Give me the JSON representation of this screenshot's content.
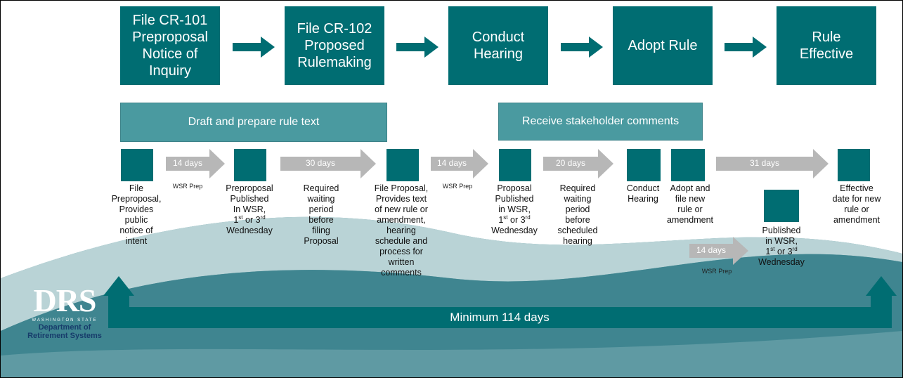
{
  "colors": {
    "teal": "#006d72",
    "banner": "#4a9aa0",
    "gray_arrow": "#b7b7b7",
    "wave_light": "#b9d3d6",
    "wave_dark": "#5f9aa3"
  },
  "steps": [
    {
      "label": "File CR-101\nPreproposal\nNotice of\nInquiry"
    },
    {
      "label": "File CR-102\nProposed\nRulemaking"
    },
    {
      "label": "Conduct\nHearing"
    },
    {
      "label": "Adopt Rule"
    },
    {
      "label": "Rule\nEffective"
    }
  ],
  "banners": {
    "draft": "Draft and prepare rule text",
    "comments": "Receive stakeholder comments"
  },
  "durations": {
    "d1": "14 days",
    "d2": "30 days",
    "d3": "14 days",
    "d4": "20 days",
    "d5": "31 days",
    "d6": "14 days"
  },
  "wsr_prep": "WSR Prep",
  "timeline": {
    "file_preproposal": "File\nPreproposal,\nProvides\npublic\nnotice of\nintent",
    "preproposal_published": "Preproposal\nPublished\nIn WSR,",
    "ordinal_1": "1",
    "sup_st": "st",
    "or_3": " or 3",
    "sup_rd": "rd",
    "wednesday": "Wednesday",
    "required_waiting_1": "Required\nwaiting\nperiod\nbefore\nfiling\nProposal",
    "file_proposal": "File Proposal,\nProvides text\nof new rule or\namendment,\nhearing\nschedule and\nprocess for\nwritten\ncomments",
    "proposal_published": "Proposal\nPublished\nin WSR,",
    "required_waiting_2": "Required\nwaiting\nperiod\nbefore\nscheduled\nhearing",
    "conduct_hearing": "Conduct\nHearing",
    "adopt_file": "Adopt and\nfile new\nrule or\namendment",
    "published_wsr": "Published\nin WSR,",
    "effective_date": "Effective\ndate for new\nrule or\namendment"
  },
  "minimum": "Minimum 114 days",
  "logo": {
    "mark": "DRS",
    "state": "WASHINGTON STATE",
    "dept": "Department of",
    "dept2": "Retirement Systems"
  }
}
